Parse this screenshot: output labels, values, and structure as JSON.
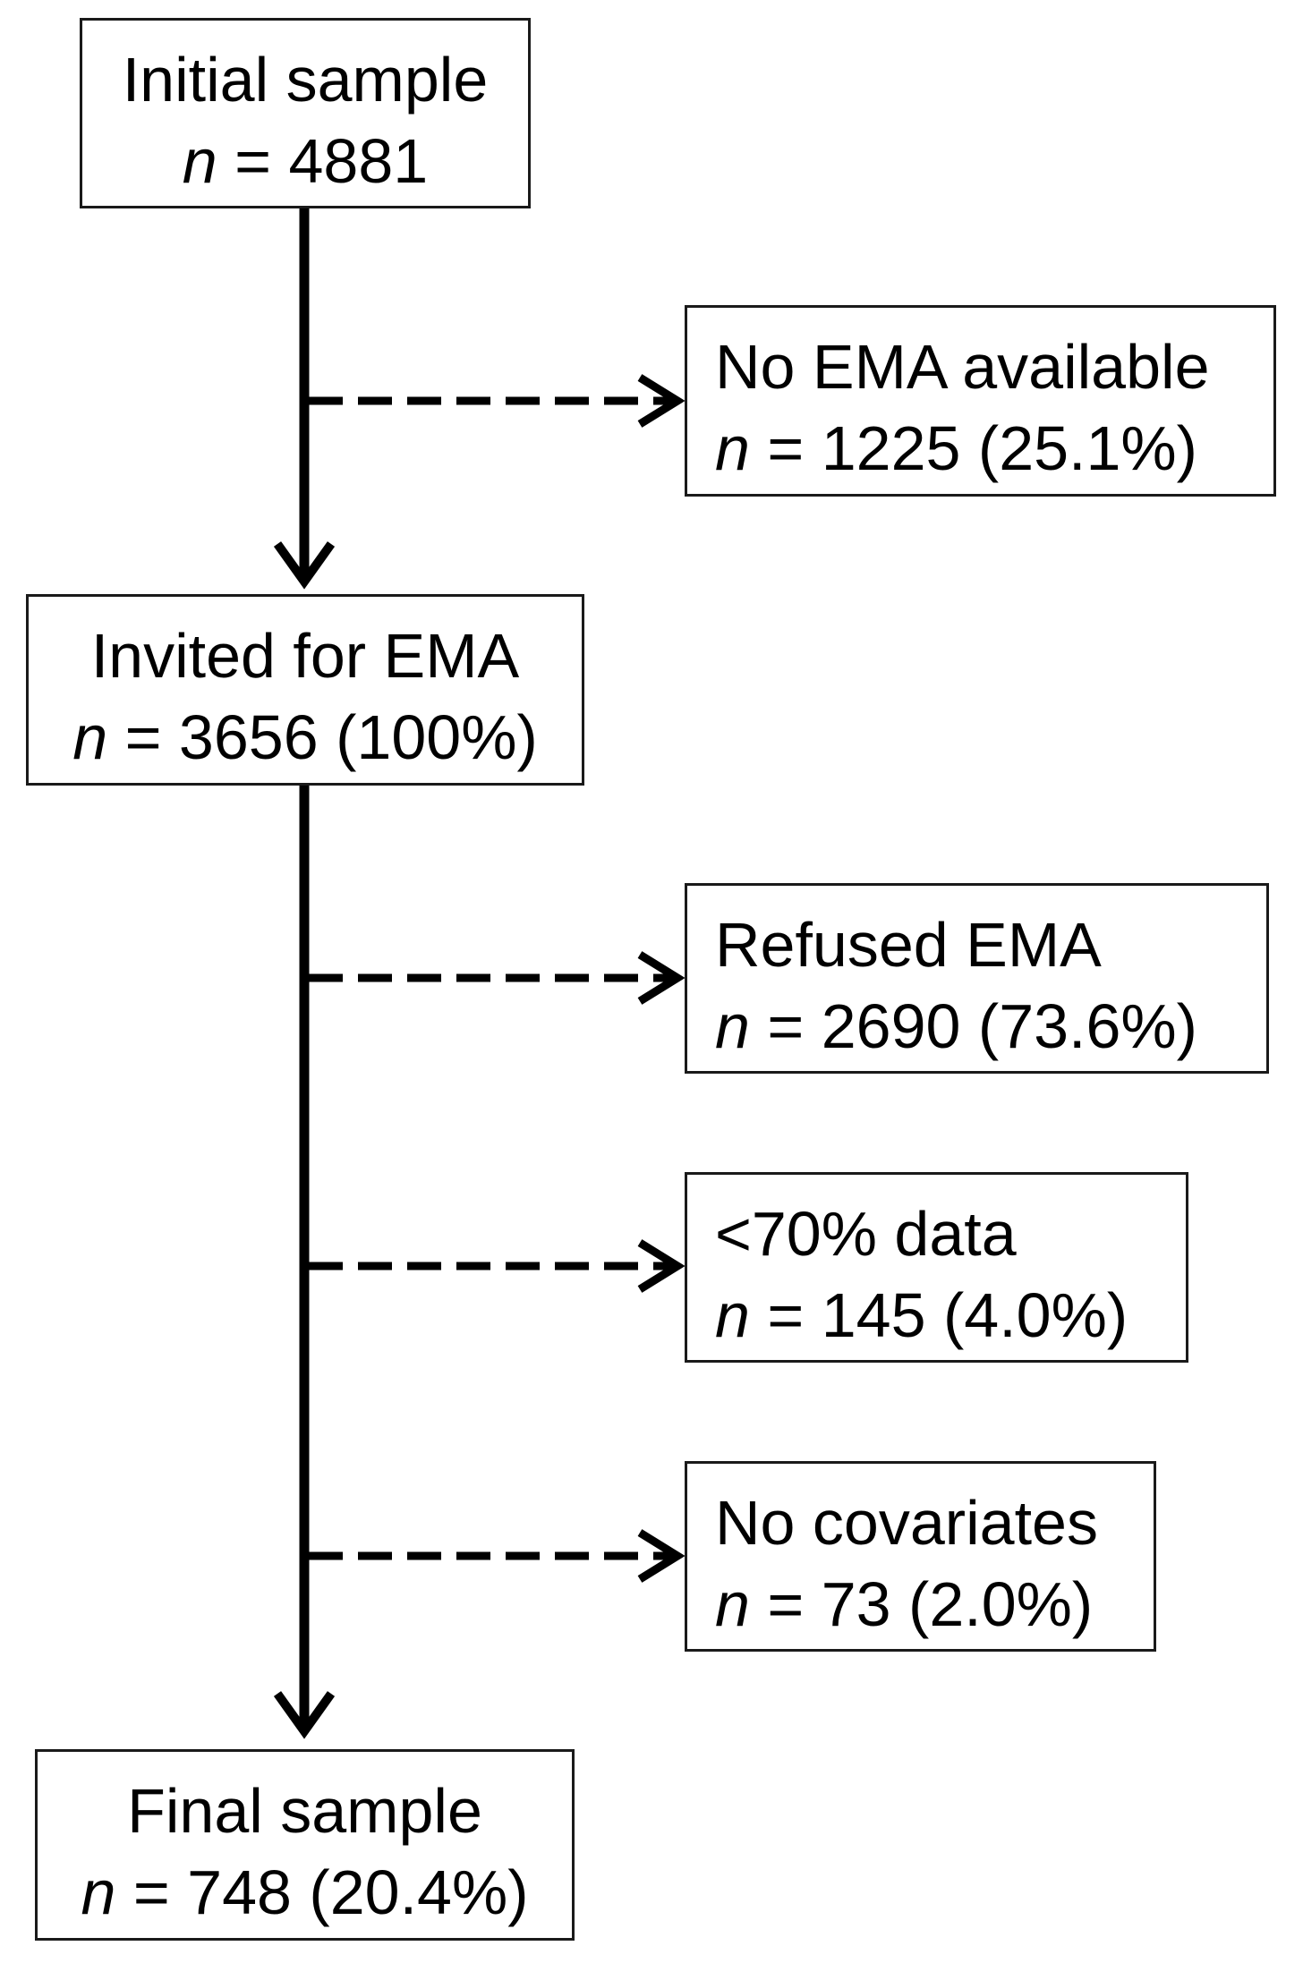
{
  "nodes": {
    "initial": {
      "title": "Initial sample",
      "n_symbol": "n",
      "n_text": " = 4881"
    },
    "no_ema": {
      "title": "No EMA available",
      "n_symbol": "n",
      "n_text": " = 1225 (25.1%)"
    },
    "invited": {
      "title": "Invited for EMA",
      "n_symbol": "n",
      "n_text": " = 3656 (100%)"
    },
    "refused": {
      "title": "Refused EMA",
      "n_symbol": "n",
      "n_text": " = 2690 (73.6%)"
    },
    "low_data": {
      "title": "<70% data",
      "n_symbol": "n",
      "n_text": " = 145 (4.0%)"
    },
    "no_covariates": {
      "title": "No covariates",
      "n_symbol": "n",
      "n_text": " = 73 (2.0%)"
    },
    "final": {
      "title": "Final sample",
      "n_symbol": "n",
      "n_text": " = 748 (20.4%)"
    }
  },
  "colors": {
    "line": "#000000",
    "box_border": "#1a1a1a",
    "background": "#ffffff"
  }
}
